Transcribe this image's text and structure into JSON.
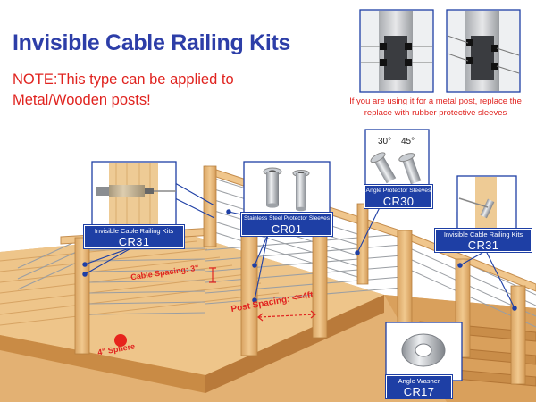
{
  "title": "Invisible Cable Railing Kits",
  "note": "NOTE:This type can be applied to Metal/Wooden posts!",
  "metal_post_note": "If you are using it for a metal post, replace the replace with rubber protective sleeves",
  "angle_labels": [
    "30°",
    "45°"
  ],
  "labels": {
    "cr31_left": {
      "name": "Invisible Cable Railing Kits",
      "code": "CR31"
    },
    "cr01": {
      "name": "Stainless Steel Protector Sleeves",
      "code": "CR01"
    },
    "cr30": {
      "name": "Angle Protector Sleeves",
      "code": "CR30"
    },
    "cr31_right": {
      "name": "Invisible Cable Railing Kits",
      "code": "CR31"
    },
    "cr17": {
      "name": "Angle Washer",
      "code": "CR17"
    }
  },
  "annotations": {
    "cable_spacing": "Cable Spacing: 3\"",
    "post_spacing": "Post Spacing: <=4ft",
    "sphere": "4\" Sphere"
  },
  "colors": {
    "title": "#2d3ea8",
    "note": "#e0231f",
    "label_bg": "#1e3fa5",
    "wood": "#e9bf85"
  }
}
